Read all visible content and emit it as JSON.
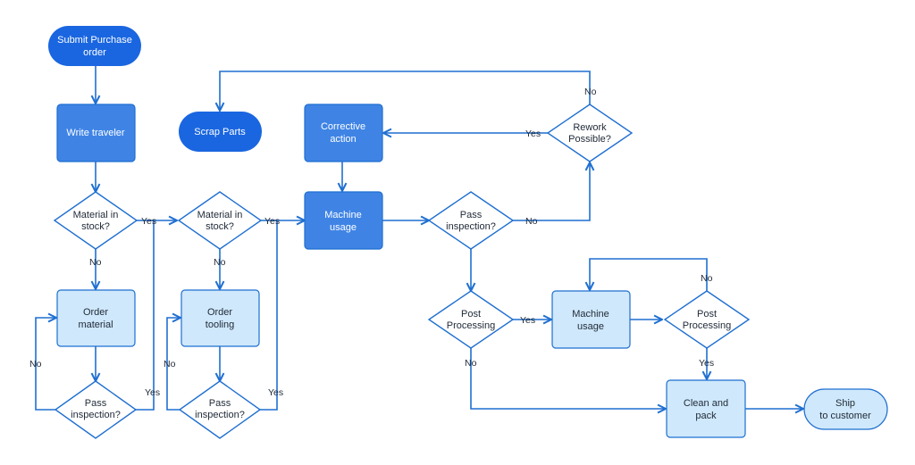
{
  "colors": {
    "line": "#1f6fd1",
    "dark_fill": "#1a66e0",
    "mid_fill": "#3f84e5",
    "light_fill": "#cfe8fb",
    "border": "#1f6fd1",
    "dark_text": "#ffffff",
    "light_text": "#1f2937"
  },
  "nodes": {
    "submit_po": [
      "Submit Purchase",
      "order"
    ],
    "write_traveler": [
      "Write traveler"
    ],
    "scrap_parts": [
      "Scrap Parts"
    ],
    "corrective_action": [
      "Corrective",
      "action"
    ],
    "rework_possible": [
      "Rework",
      "Possible?"
    ],
    "material_in_stock": [
      "Material in",
      "stock?"
    ],
    "material_in_stock_2": [
      "Material in",
      "stock?"
    ],
    "machine_usage_1": [
      "Machine",
      "usage"
    ],
    "pass_inspection_main": [
      "Pass",
      "inspection?"
    ],
    "order_material": [
      "Order",
      "material"
    ],
    "order_tooling": [
      "Order",
      "tooling"
    ],
    "pass_inspection_1": [
      "Pass",
      "inspection?"
    ],
    "pass_inspection_2": [
      "Pass",
      "inspection?"
    ],
    "post_processing_1": [
      "Post",
      "Processing"
    ],
    "machine_usage_2": [
      "Machine",
      "usage"
    ],
    "post_processing_2": [
      "Post",
      "Processing"
    ],
    "clean_and_pack": [
      "Clean and",
      "pack"
    ],
    "ship_to_customer": [
      "Ship",
      "to customer"
    ]
  },
  "edge_labels": {
    "yes": "Yes",
    "no": "No"
  }
}
